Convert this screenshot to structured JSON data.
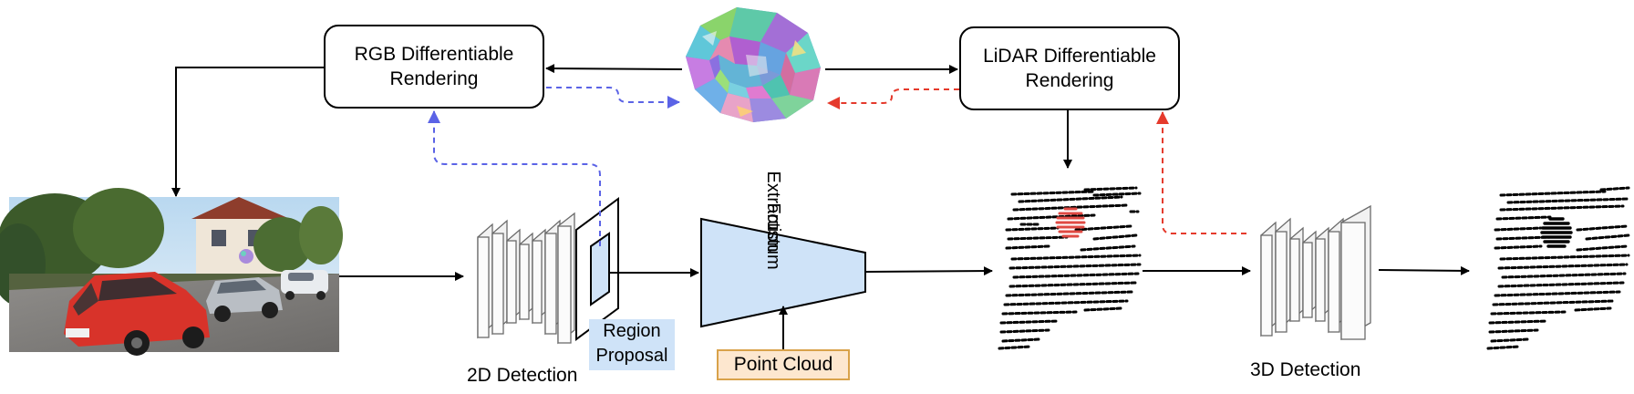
{
  "nodes": {
    "rgb_rendering": {
      "line1": "RGB Differentiable",
      "line2": "Rendering"
    },
    "lidar_rendering": {
      "line1": "LiDAR Differentiable",
      "line2": "Rendering"
    },
    "frustum": {
      "line1": "Frustum",
      "line2": "Extraction"
    },
    "point_cloud": "Point Cloud",
    "region_proposal": {
      "line1": "Region",
      "line2": "Proposal"
    },
    "detection_2d": "2D Detection",
    "detection_3d": "3D Detection"
  },
  "colors": {
    "blue_dashed": "#5b63e6",
    "red_dashed": "#e53a2c",
    "frustum_fill": "#cfe3f8",
    "region_fill": "#cfe3f8",
    "point_cloud_fill": "#fde7cf",
    "point_cloud_border": "#d9a24a",
    "adversarial_object_red": "#e04a43"
  },
  "icons": [
    "adversarial-mesh-icon",
    "camera-scene-image",
    "lidar-scene-icon",
    "lidar-detected-scene-icon",
    "cnn-2d-icon",
    "cnn-3d-icon"
  ]
}
